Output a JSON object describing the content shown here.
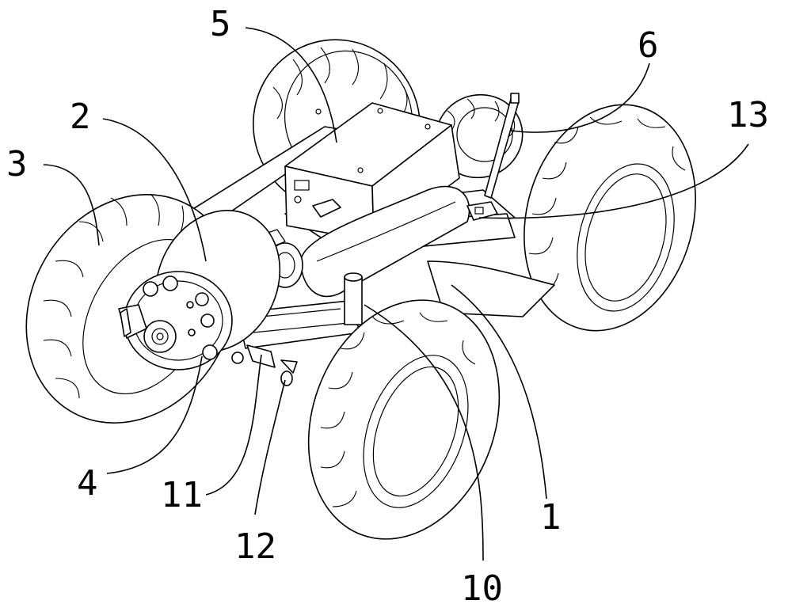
{
  "figure": {
    "labels": {
      "l1": "1",
      "l2": "2",
      "l3": "3",
      "l4": "4",
      "l5": "5",
      "l6": "6",
      "l10": "10",
      "l11": "11",
      "l12": "12",
      "l13": "13"
    }
  }
}
